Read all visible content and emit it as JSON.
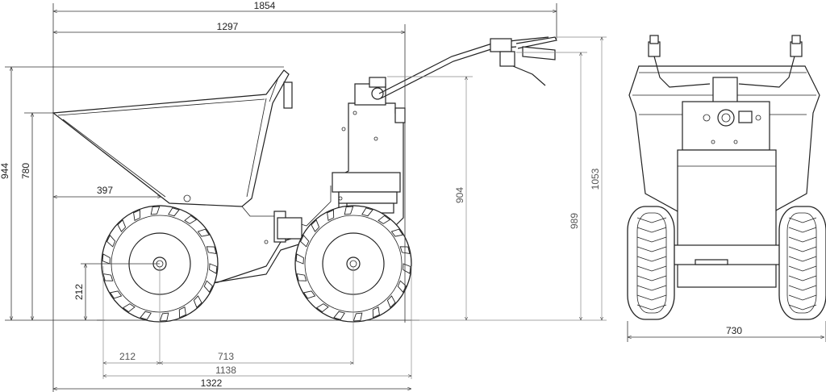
{
  "dimensions": {
    "overall_length": "1854",
    "handle_to_front": "1297",
    "total_height": "944",
    "skip_height": "780",
    "skip_overhang": "397",
    "handle_height_1": "904",
    "handle_height_max": "1053",
    "handle_height_2": "989",
    "ground_clearance": "212",
    "front_axle_offset": "212",
    "wheelbase": "713",
    "track_span": "1138",
    "base_length": "1322",
    "width": "730"
  },
  "colors": {
    "line": "#222222",
    "dimension_line": "#333333",
    "dimension_line_light": "#888888",
    "background": "#ffffff"
  }
}
